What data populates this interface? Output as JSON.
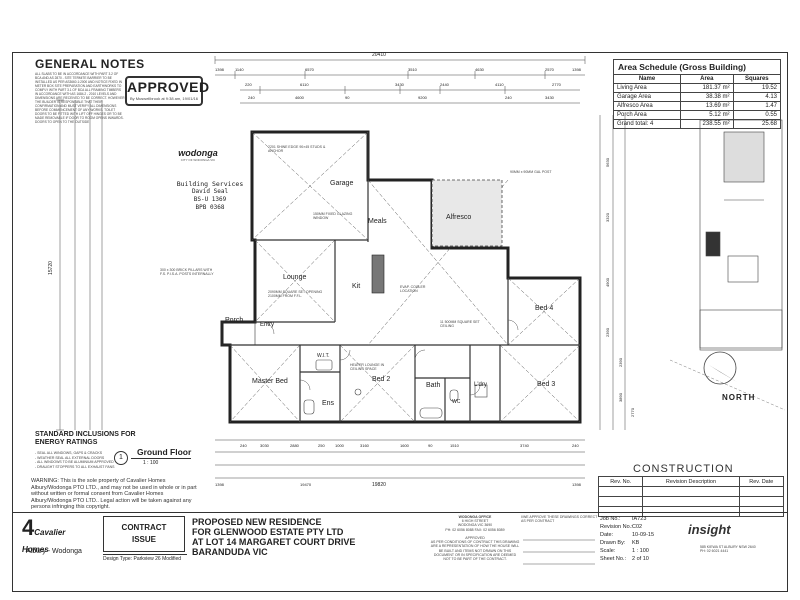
{
  "general_notes": {
    "title": "GENERAL NOTES",
    "body": "ALL SLABS TO BE IN ACCORDANCE WITH PART 3.2 OF BCA AND AS 2870 - SITE TERMITE BARRIER TO BE INSTALLED AS PER AS3660.1:2000 AND NOTICE FIXED IN METER BOX SITE PREPARATION AND EARTHWORKS TO COMPLY WITH PART 3.1 OF BCA ALL FRAMING TIMBERS IN ACCORDANCE WITH AS 1684.2 - 2010 LEVELS AND DIMENSIONS ARE RECEIVED TO BE CORRECT. HOWEVER THE BUILDER IS RESPONSIBLE THAT THEIR CONFIRMATION AND MUST VERIFY ALL DIMENSIONS BEFORE COMMENCEMENT OF ANY WORKS. TOILET DOORS TO BE FITTED WITH LIFT OFF HINGES OR TO BE MADE REMOVABLE IF DOOR TO ROOM OPENS INWARDS. DOORS TO OPEN TO THE OUTSIDE"
  },
  "approved_stamp": {
    "label": "APPROVED",
    "sub": "By Muswellbrook at 9:38 am, 19/01/16"
  },
  "council_logo": {
    "brand": "wodonga",
    "sub": "CITY OF WODONGA VIC"
  },
  "building_services": {
    "line1": "Building Services",
    "line2": "David Seal",
    "line3": "BS-U 1369",
    "line4": "BPB 0368"
  },
  "area_schedule": {
    "title": "Area Schedule (Gross Building)",
    "headers": [
      "Name",
      "Area",
      "Squares"
    ],
    "rows": [
      [
        "Living Area",
        "181.37 m²",
        "19.52"
      ],
      [
        "Garage Area",
        "38.38 m²",
        "4.13"
      ],
      [
        "Alfresco Area",
        "13.69 m²",
        "1.47"
      ],
      [
        "Porch Area",
        "5.12 m²",
        "0.55"
      ],
      [
        "Grand total: 4",
        "238.55 m²",
        "25.68"
      ]
    ]
  },
  "rooms": {
    "garage": "Garage",
    "meals": "Meals",
    "alfresco": "Alfresco",
    "lounge": "Lounge",
    "kit": "Kit",
    "porch": "Porch",
    "entry": "Entry",
    "bed4": "Bed 4",
    "master": "Master Bed",
    "ens": "Ens",
    "wir": "W.I.T.",
    "bed2": "Bed 2",
    "bath": "Bath",
    "ldry": "L'dry",
    "wc": "WC",
    "bed3": "Bed 3"
  },
  "dims": {
    "top_total": "20410",
    "row1": [
      "1398",
      "1140",
      "6570",
      "3510",
      "4630",
      "2570",
      "1398"
    ],
    "row2": [
      "220",
      "6110",
      "3430",
      "2440",
      "4110",
      "2770"
    ],
    "row3": [
      "240",
      "4600",
      "90",
      "9200",
      "240",
      "3430"
    ],
    "left_total": "15720",
    "bottom_total": "19820",
    "bottom_row": [
      "240",
      "3030",
      "2880",
      "250",
      "1000",
      "3160",
      "1600",
      "90",
      "1510",
      "3740",
      "240"
    ],
    "bottom_row2": [
      "1398",
      "19470",
      "1398"
    ],
    "right_dims": [
      "5630",
      "3320",
      "4900",
      "2390",
      "2390",
      "3890",
      "2770"
    ]
  },
  "notes_on_plan": {
    "garage_note": "2201 SHINE EDGE 90×45 STUDS & ANCHOR",
    "glazing": "150MM FIXED GLAZING WINDOW",
    "alfresco_post": "90MM x 90MM GAL POST",
    "cooler": "EVAP. COOLER LOCATION",
    "ceiling": "11 500MM SQUARE SET CEILING",
    "pillars": "300 x 300 BRICK PILLARS WITH F.S. P.I.S.A. POSTS INTERNALLY",
    "opening_lounge": "2090MM SQUARE SET OPENING 2100MM FROM F.F.L.",
    "heater": "HEATER LOUNGE IN CEILING SPACE"
  },
  "north": "NORTH",
  "standard_inclusions": {
    "title": "STANDARD INCLUSIONS FOR ENERGY RATINGS",
    "items": "- SEAL ALL WINDOWS, GAPS & CRACKS\n- WEATHER SEAL ALL EXTERNAL DOORS\n- ALL WINDOWS TO BE ALUMINIUM APPROVED\n- DRAUGHT STOPPERS TO ALL EXHAUST FANS"
  },
  "view": {
    "number": "1",
    "title": "Ground Floor",
    "scale": "1 : 100"
  },
  "warning": "WARNING: This is the sole property of Cavalier Homes Albury/Wodonga PTO LTD., and may not be used in whole or in part without written or formal consent from Cavalier Homes Albury/Wodonga PTO LTD.. Legal action will be taken against any persons infringing this copyright.",
  "construction": "CONSTRUCTION",
  "revisions": {
    "headers": [
      "Rev. No.",
      "Revision Description",
      "Rev. Date"
    ]
  },
  "cavalier": {
    "name": "Cavalier Homes",
    "sub": "Albury - Wodonga"
  },
  "contract_issue": {
    "line1": "CONTRACT",
    "line2": "ISSUE"
  },
  "design_type": "Design Type: Parkview 26 Modified",
  "project": {
    "line1": "PROPOSED NEW RESIDENCE",
    "line2": "FOR GLENWOOD ESTATE PTY LTD",
    "line3": "AT LOT 14 MARGARET COURT DRIVE",
    "line4": "BARANDUDA VIC"
  },
  "office": {
    "title": "WODONGA OFFICE",
    "body": "6 HIGH STREET\nWODONGA VIC 3690\nPH: 02 6056 8088 FAX: 02 6056 8089\n\nAPPROVED\nAS PER CONDITIONS OF CONTRACT THIS DRAWING ARE A REPRESENTATION OF HOW THE HOUSE WILL BE BUILT AND ITEMS NOT DRAWN ON THIS DOCUMENT OR IN SPECIFICATION ARE DEEMED NOT TO BE PART OF THE CONTRACT."
  },
  "notice": "I/WE APPROVE THESE DRAWINGS CORRECT AS PER CONTRACT",
  "job": {
    "job_no_label": "Job No.:",
    "job_no": "IA723",
    "rev_label": "Revision No.:",
    "rev": "C02",
    "date_label": "Date:",
    "date": "10-09-15",
    "drawn_label": "Drawn By:",
    "drawn": "KB",
    "scale_label": "Scale:",
    "scale": "1 : 100",
    "sheet_label": "Sheet No.:",
    "sheet": "2 of 10"
  },
  "insight": {
    "name": "insight",
    "sub": "585 KIEWA ST ALBURY NSW 2640\nPH: 02 6021 4441"
  }
}
